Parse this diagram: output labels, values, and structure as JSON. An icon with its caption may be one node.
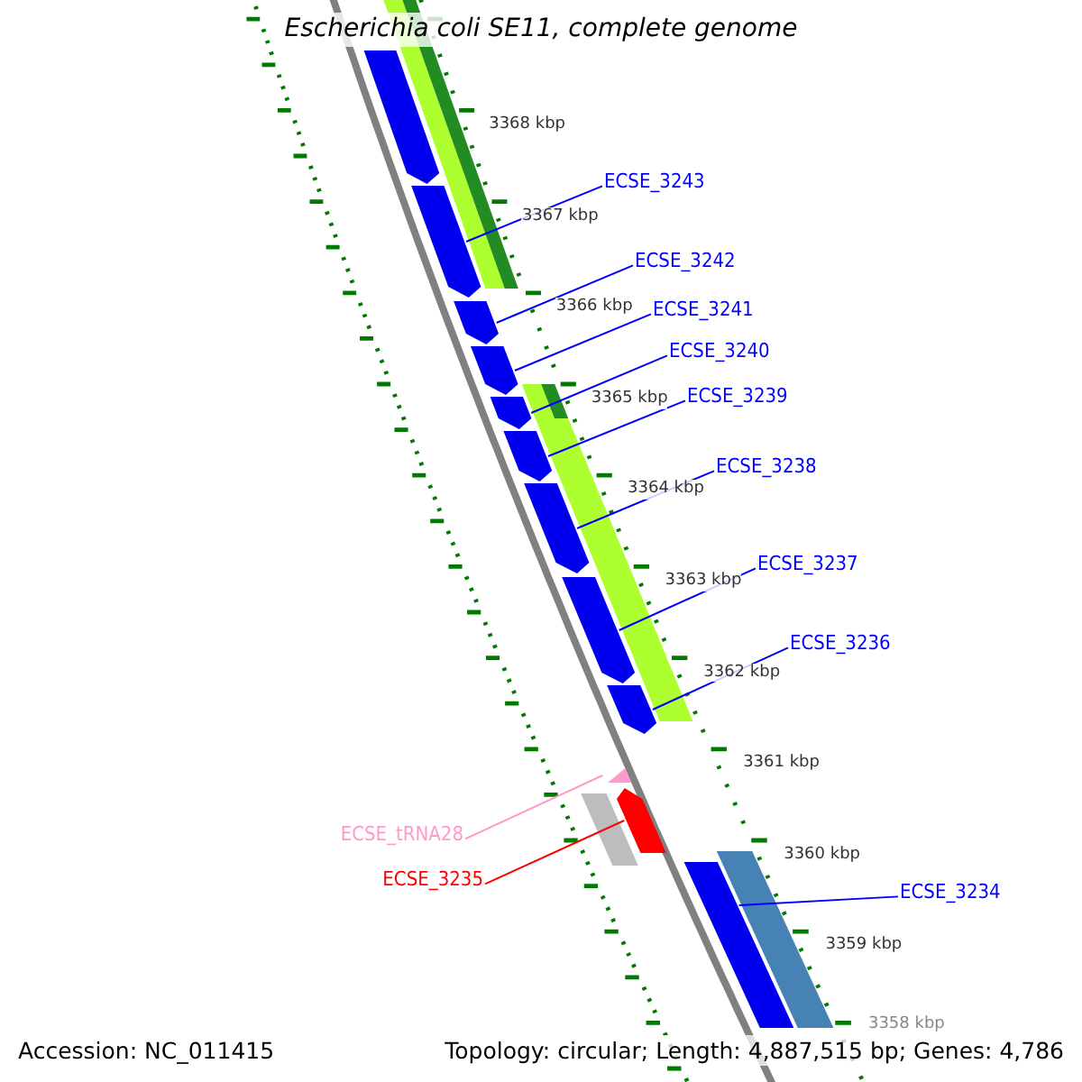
{
  "diagram": {
    "title": "Escherichia coli SE11, complete genome",
    "nodes": [
      {
        "text": [
          "ECSE_3243"
        ]
      },
      {
        "text": [
          "ECSE_3242"
        ]
      },
      {
        "text": [
          "ECSE_3241"
        ]
      },
      {
        "text": [
          "ECSE_3240"
        ]
      },
      {
        "text": [
          "ECSE_3239"
        ]
      },
      {
        "text": [
          "ECSE_3238"
        ]
      },
      {
        "text": [
          "ECSE_3237"
        ]
      },
      {
        "text": [
          "ECSE_3236"
        ]
      },
      {
        "text": [
          "ECSE_tRNA28"
        ]
      },
      {
        "text": [
          "ECSE_3235"
        ]
      },
      {
        "text": [
          "ECSE_3234"
        ]
      },
      {
        "text": [],
        "shape": "arrow"
      },
      {
        "text": [],
        "shape": "arrow"
      },
      {
        "text": [],
        "shape": "arrow"
      },
      {
        "text": [],
        "shape": "arrow"
      },
      {
        "text": [],
        "shape": "arrow"
      },
      {
        "text": [],
        "shape": "arrow"
      },
      {
        "text": [],
        "shape": "arrow"
      },
      {
        "text": [],
        "shape": "arrow"
      },
      {
        "text": [],
        "shape": "arrow"
      },
      {
        "text": [],
        "shape": "triangle"
      },
      {
        "text": [],
        "shape": "arrow"
      },
      {
        "text": [],
        "shape": "bar"
      },
      {
        "text": [],
        "shape": "bar"
      }
    ],
    "edges": [
      {
        "from": 0,
        "to": 12,
        "arrow": "none"
      },
      {
        "from": 1,
        "to": 13,
        "arrow": "none"
      },
      {
        "from": 2,
        "to": 14,
        "arrow": "none"
      },
      {
        "from": 3,
        "to": 15,
        "arrow": "none"
      },
      {
        "from": 4,
        "to": 16,
        "arrow": "none"
      },
      {
        "from": 5,
        "to": 17,
        "arrow": "none"
      },
      {
        "from": 6,
        "to": 18,
        "arrow": "none"
      },
      {
        "from": 7,
        "to": 19,
        "arrow": "none"
      },
      {
        "from": 8,
        "to": 20,
        "arrow": "none",
        "color": "#ff99cc"
      },
      {
        "from": 9,
        "to": 21,
        "arrow": "none",
        "color": "#ff0000"
      },
      {
        "from": 10,
        "to": 23,
        "arrow": "none"
      }
    ],
    "labels": [
      "3368 kbp",
      "3367 kbp",
      "3366 kbp",
      "3365 kbp",
      "3364 kbp",
      "3363 kbp",
      "3362 kbp",
      "3361 kbp",
      "3360 kbp",
      "3359 kbp",
      "3358 kbp",
      "Accession: NC_011415",
      "Topology: circular; Length: 4,887,515 bp; Genes: 4,786"
    ]
  }
}
